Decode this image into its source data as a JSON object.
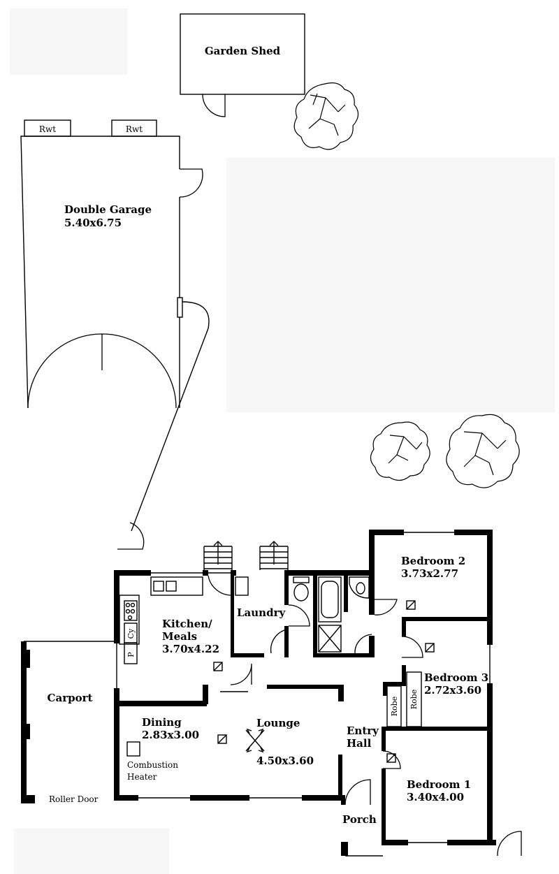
{
  "garden_shed": {
    "label": "Garden Shed"
  },
  "rainwater_tanks": [
    "Rwt",
    "Rwt"
  ],
  "garage": {
    "label": "Double Garage",
    "size": "5.40x6.75"
  },
  "carport": {
    "label": "Carport",
    "door_label": "Roller Door"
  },
  "rooms": {
    "kitchen": {
      "label_line1": "Kitchen/",
      "label_line2": "Meals",
      "size": "3.70x4.22"
    },
    "laundry": {
      "label": "Laundry"
    },
    "bedroom2": {
      "label": "Bedroom 2",
      "size": "3.73x2.77"
    },
    "bedroom3": {
      "label": "Bedroom 3",
      "size": "2.72x3.60"
    },
    "bedroom1": {
      "label": "Bedroom 1",
      "size": "3.40x4.00"
    },
    "dining": {
      "label": "Dining",
      "size": "2.83x3.00"
    },
    "lounge": {
      "label": "Lounge",
      "size": "4.50x3.60"
    },
    "entry": {
      "label_line1": "Entry",
      "label_line2": "Hall"
    },
    "porch": {
      "label": "Porch"
    }
  },
  "fixtures": {
    "combustion_heater_line1": "Combustion",
    "combustion_heater_line2": "Heater",
    "robe_left": "Robe",
    "robe_right": "Robe",
    "pantry": "P",
    "cupboard": "Cy"
  }
}
